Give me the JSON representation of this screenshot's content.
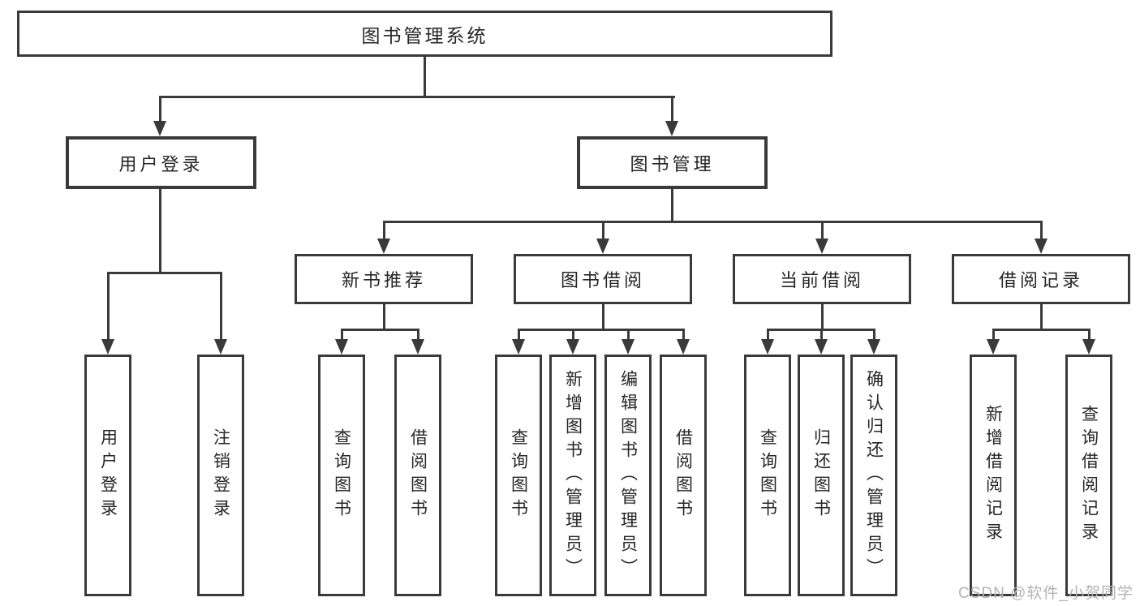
{
  "colors": {
    "line": "#3a3a3a",
    "text": "#262626",
    "background": "#ffffff",
    "watermark": "#b3b3b3"
  },
  "tree": {
    "root": {
      "label": "图书管理系统"
    },
    "branches": [
      {
        "label": "用户登录",
        "children": [
          {
            "label": "用户登录"
          },
          {
            "label": "注销登录"
          }
        ]
      },
      {
        "label": "图书管理",
        "groups": [
          {
            "label": "新书推荐",
            "children": [
              {
                "label": "查询图书"
              },
              {
                "label": "借阅图书"
              }
            ]
          },
          {
            "label": "图书借阅",
            "children": [
              {
                "label": "查询图书"
              },
              {
                "label": "新增图书（管理员）"
              },
              {
                "label": "编辑图书（管理员）"
              },
              {
                "label": "借阅图书"
              }
            ]
          },
          {
            "label": "当前借阅",
            "children": [
              {
                "label": "查询图书"
              },
              {
                "label": "归还图书"
              },
              {
                "label": "确认归还（管理员）"
              }
            ]
          },
          {
            "label": "借阅记录",
            "children": [
              {
                "label": "新增借阅记录"
              },
              {
                "label": "查询借阅记录"
              }
            ]
          }
        ]
      }
    ]
  },
  "watermark": {
    "text": "CSDN @软件_小贺同学"
  }
}
